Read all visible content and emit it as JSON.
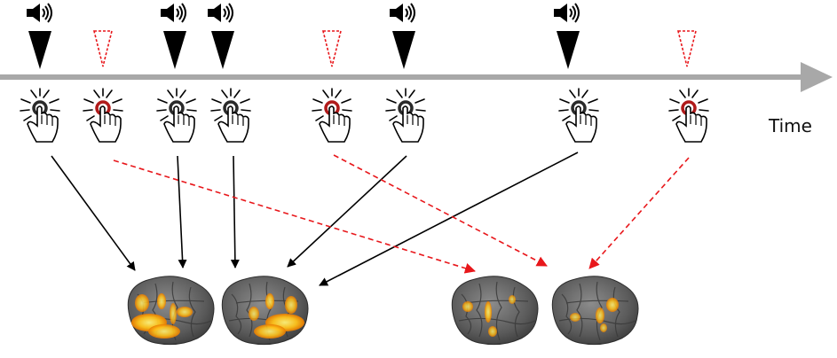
{
  "labels": {
    "time": "Time"
  },
  "legend_colors": {
    "sound_marker": "#000000",
    "silent_marker": "#e8171b",
    "timeline": "#a8a8a8",
    "tap_ring_sound": "#2a2a2a",
    "tap_ring_silent": "#b01a1a",
    "activation": "#f5a20a"
  },
  "events": [
    {
      "kind": "sound",
      "icon": "speaker-icon",
      "target": "brain-1"
    },
    {
      "kind": "silent",
      "icon": "empty-triangle",
      "target": "brain-3"
    },
    {
      "kind": "sound",
      "icon": "speaker-icon",
      "target": "brain-1"
    },
    {
      "kind": "sound",
      "icon": "speaker-icon",
      "target": "brain-2"
    },
    {
      "kind": "silent",
      "icon": "empty-triangle",
      "target": "brain-4"
    },
    {
      "kind": "sound",
      "icon": "speaker-icon",
      "target": "brain-2"
    },
    {
      "kind": "sound",
      "icon": "speaker-icon",
      "target": "brain-2"
    },
    {
      "kind": "silent",
      "icon": "empty-triangle",
      "target": "brain-4"
    }
  ],
  "brains": [
    {
      "name": "brain-1",
      "condition": "sound",
      "activation": "strong"
    },
    {
      "name": "brain-2",
      "condition": "sound",
      "activation": "strong"
    },
    {
      "name": "brain-3",
      "condition": "silent",
      "activation": "weak"
    },
    {
      "name": "brain-4",
      "condition": "silent",
      "activation": "weak"
    }
  ]
}
